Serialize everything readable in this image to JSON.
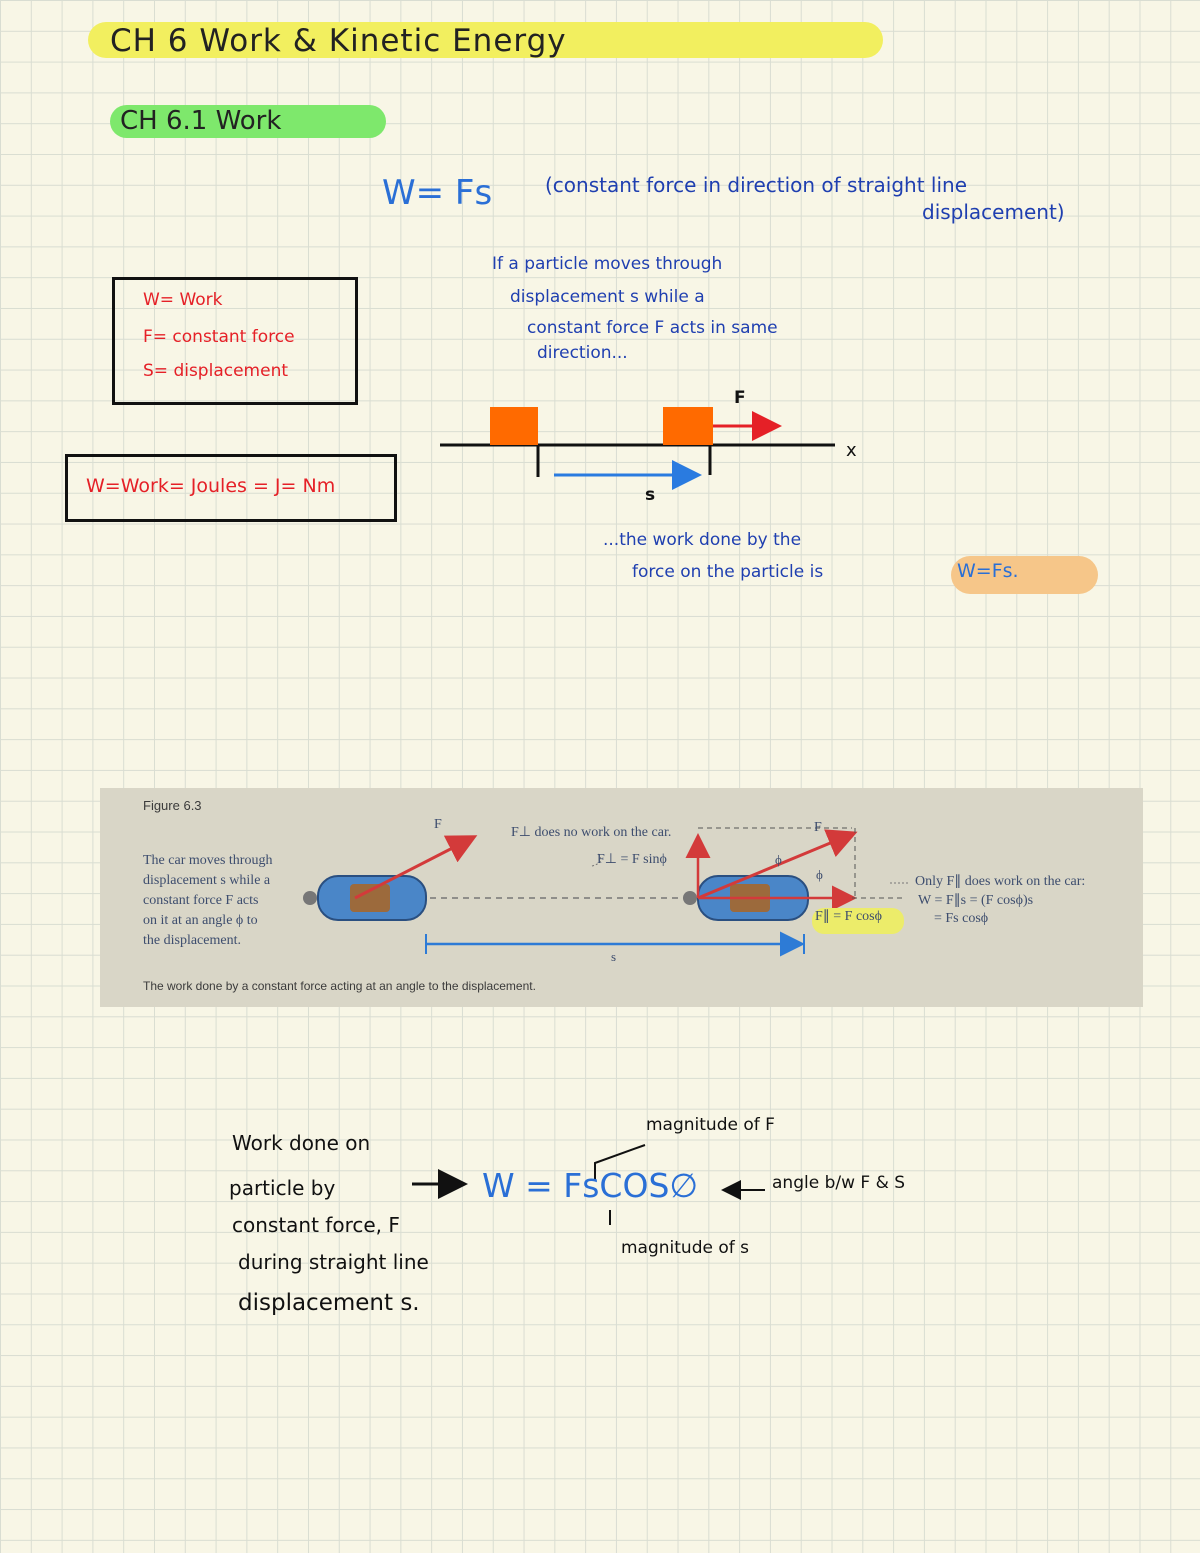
{
  "title": "CH 6  Work & Kinetic Energy",
  "section": "CH 6.1 Work",
  "definitions": {
    "w": "W= Work",
    "f": "F= constant force",
    "s": "S= displacement"
  },
  "units": "W=Work= Joules = J= Nm",
  "main_formula": "W= Fs",
  "main_note_1": "(constant force in direction of straight line",
  "main_note_2": "displacement)",
  "explain": {
    "line1": "If a particle moves through",
    "line2": "displacement s while a",
    "line3": "constant force F acts in same",
    "line4": "direction...",
    "result1": "...the work done by the",
    "result2": "force on the particle is",
    "result_formula": "W=Fs."
  },
  "sketch": {
    "force_label": "F",
    "axis_label": "x",
    "disp_label": "s"
  },
  "figure": {
    "caption_title": "Figure 6.3",
    "desc_lines": [
      "The car moves through",
      "displacement s while a",
      "constant force F acts",
      "on it at an angle ϕ to",
      "the displacement."
    ],
    "f_label": "F",
    "f_perp_note": "F⊥ does no work on the car.",
    "f_perp_eq": "F⊥ = F sinϕ",
    "f_label_2": "F",
    "phi": "ϕ",
    "phi_2": "ϕ",
    "f_par_eq": "F∥ = F cosϕ",
    "only_note": "Only F∥ does work on the car:",
    "eq1": "W = F∥s = (F cosϕ)s",
    "eq2": "= Fs cosϕ",
    "s_label": "s",
    "bottom_caption": "The work done by a constant force acting at an angle to the displacement."
  },
  "bottom": {
    "left_lines": [
      "Work done on",
      "particle by",
      "constant force, F",
      "during straight line",
      "displacement s."
    ],
    "formula": "W = FsCOS∅",
    "mag_f": "magnitude of F",
    "angle_note": "angle b/w F & S",
    "mag_s": "magnitude of s"
  },
  "colors": {
    "title_highlight": "#f2ef5f",
    "section_highlight": "#7ee86c",
    "red_ink": "#e52027",
    "blue_ink": "#2a6fd6",
    "orange_highlight": "#f6c689",
    "block_orange": "#ff6a00"
  }
}
